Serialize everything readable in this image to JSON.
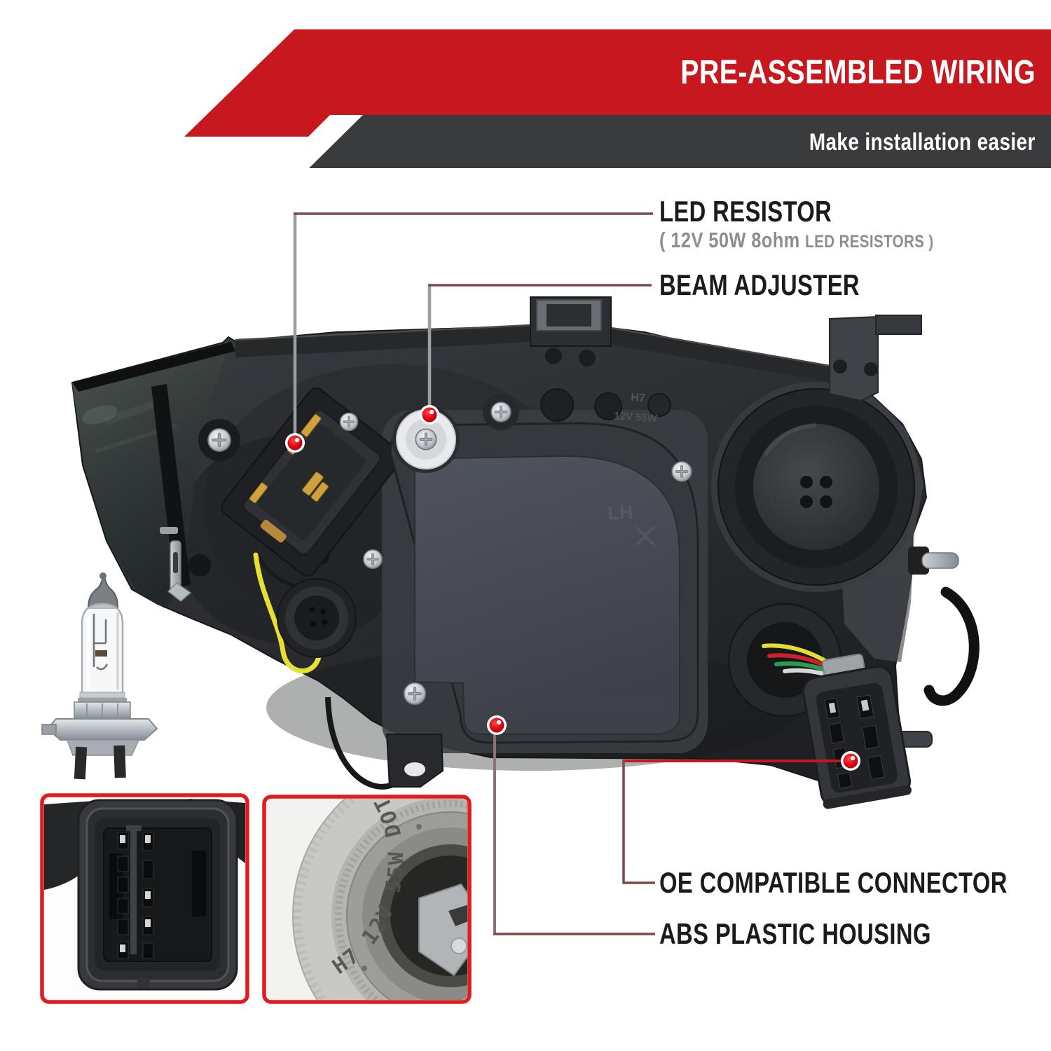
{
  "banner": {
    "title": "PRE-ASSEMBLED WIRING",
    "tagline": "Make installation easier",
    "red": "#c6181e",
    "dark": "#3a3b3d"
  },
  "callouts": {
    "led": {
      "label": "LED RESISTOR",
      "spec_big": "( 12V 50W 8ohm",
      "spec_small": "LED RESISTORS )"
    },
    "beam": {
      "label": "BEAM ADJUSTER"
    },
    "oe": {
      "label": "OE COMPATIBLE CONNECTOR"
    },
    "abs": {
      "label": "ABS PLASTIC HOUSING"
    }
  },
  "markings": {
    "bulb_base": "H7 12V 55W DOT",
    "housing_h7": "H7",
    "housing_watt": "12V 55W",
    "housing_lh": "LH"
  },
  "colors": {
    "callout_dot": "#e30613",
    "callout_line_horizontal": "#7c4a4a",
    "callout_line_vertical": "#9e9e9e",
    "callout_line_red": "#c21a1f",
    "inset_border": "#e11b1e"
  }
}
